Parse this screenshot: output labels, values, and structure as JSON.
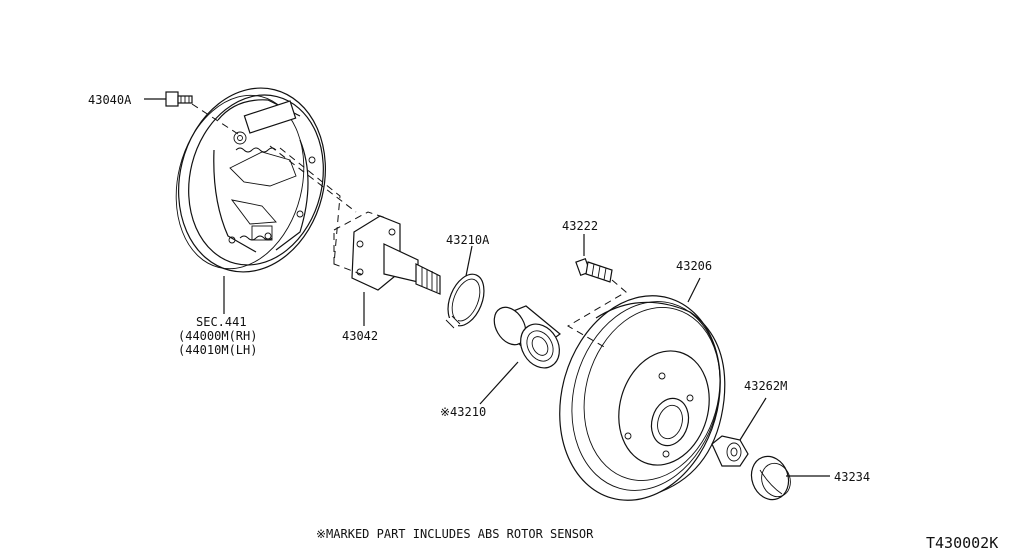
{
  "labels": {
    "bolt": "43040A",
    "backing_plate_sec": "SEC.441",
    "backing_plate_rh": "(44000M(RH)",
    "backing_plate_lh": "(44010M(LH)",
    "spindle": "43042",
    "snap_ring": "43210A",
    "bearing": "※43210",
    "hub_bolt": "43222",
    "drum": "43206",
    "nut": "43262M",
    "cap": "43234"
  },
  "footnote": "※MARKED PART INCLUDES ABS ROTOR SENSOR",
  "diagram_code": "T430002K"
}
